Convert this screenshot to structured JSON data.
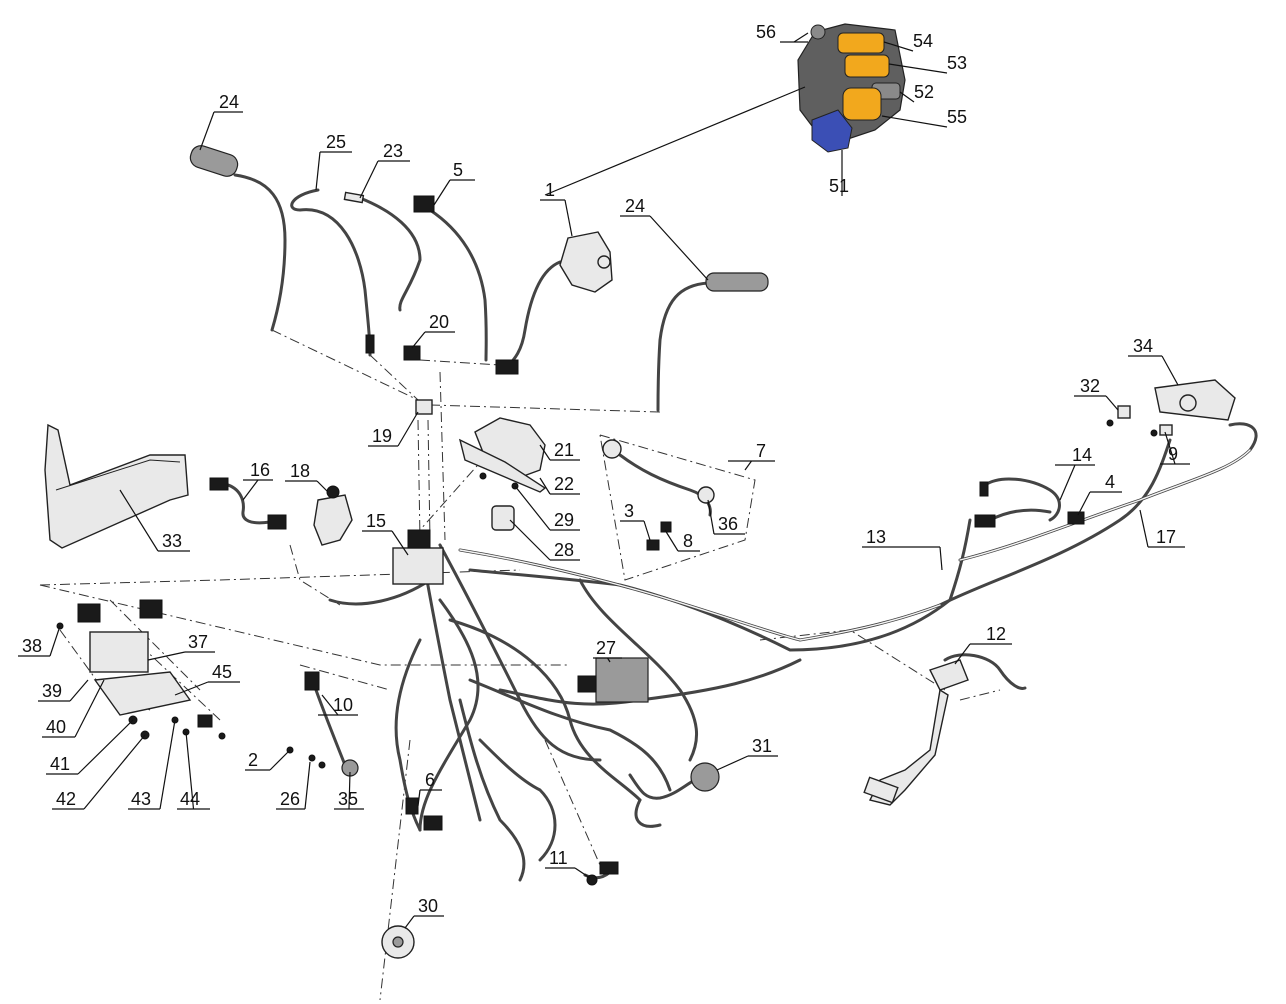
{
  "diagram": {
    "callouts": [
      "1",
      "2",
      "3",
      "4",
      "5",
      "6",
      "7",
      "8",
      "9",
      "10",
      "11",
      "12",
      "13",
      "14",
      "15",
      "16",
      "17",
      "18",
      "19",
      "20",
      "21",
      "22",
      "23",
      "24",
      "24",
      "25",
      "26",
      "27",
      "28",
      "29",
      "30",
      "31",
      "32",
      "33",
      "34",
      "35",
      "36",
      "37",
      "38",
      "39",
      "40",
      "41",
      "42",
      "43",
      "44",
      "45",
      "51",
      "52",
      "53",
      "54",
      "55",
      "56"
    ]
  },
  "colors": {
    "switch_buttons": "#f2a81d",
    "switch_lever": "#3b4fb5",
    "switch_housing": "#5f5f5f",
    "line_art": "#222222"
  }
}
